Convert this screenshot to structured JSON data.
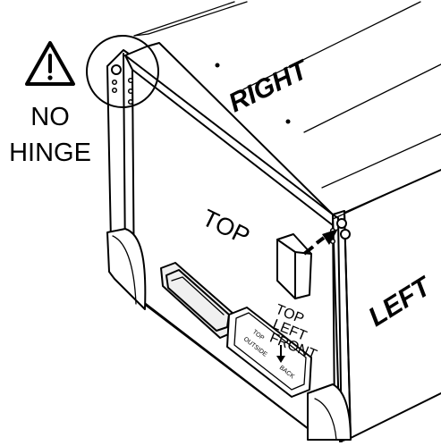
{
  "warning": {
    "icon": "warning-triangle-icon",
    "line1": "NO",
    "line2": "HINGE"
  },
  "faces": {
    "right": "RIGHT",
    "top": "TOP",
    "left": "LEFT"
  },
  "panel_tag": {
    "line1": "TOP",
    "line2": "LEFT",
    "line3": "FRONT"
  },
  "orientation_label": {
    "top": "TOP",
    "outside": "OUTSIDE",
    "back": "BACK",
    "icon": "arrow-down-icon"
  }
}
